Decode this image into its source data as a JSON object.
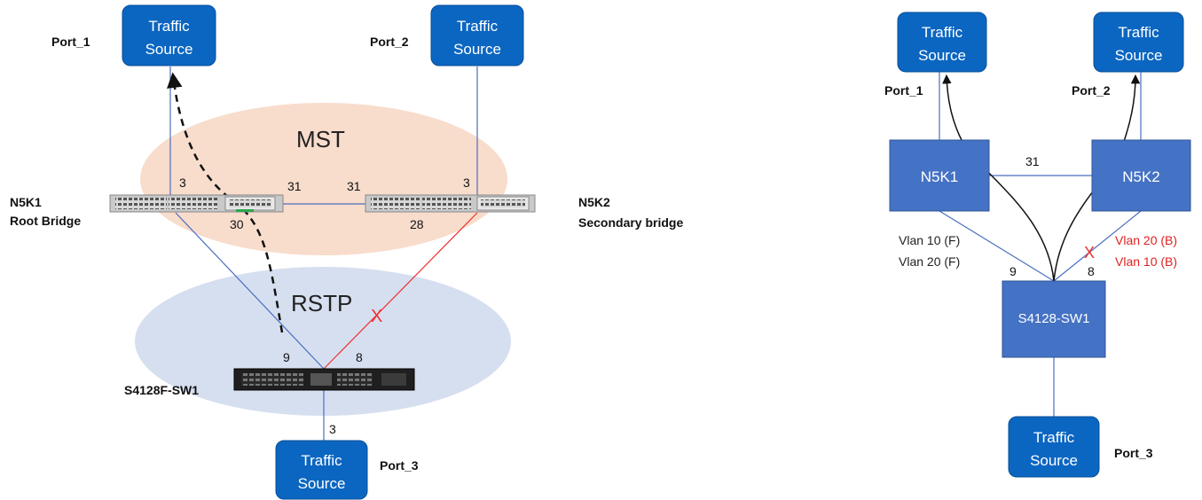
{
  "colors": {
    "traffic_box": "#0b66c1",
    "traffic_box_border": "#0a4f96",
    "switch_box": "#4472c4",
    "mst_region": "#f8dccc",
    "rstp_region": "#d6dff0",
    "link": "#4a6fbf",
    "blocked_link": "#f03030",
    "forwarding_text": "#222222",
    "blocked_text": "#e02020"
  },
  "left_diagram": {
    "traffic_sources": [
      {
        "line1": "Traffic",
        "line2": "Source",
        "port": "Port_1"
      },
      {
        "line1": "Traffic",
        "line2": "Source",
        "port": "Port_2"
      },
      {
        "line1": "Traffic",
        "line2": "Source",
        "port": "Port_3"
      }
    ],
    "regions": {
      "mst": "MST",
      "rstp": "RSTP"
    },
    "switches": {
      "n5k1": {
        "name": "N5K1",
        "role": "Root Bridge"
      },
      "n5k2": {
        "name": "N5K2",
        "role": "Secondary bridge"
      },
      "s4128": {
        "name": "S4128F-SW1"
      }
    },
    "port_numbers": {
      "n5k1_up": "3",
      "n5k1_right": "31",
      "n5k1_down": "30",
      "n5k2_left": "31",
      "n5k2_up": "3",
      "n5k2_down": "28",
      "sw_left": "9",
      "sw_right": "8",
      "sw_down": "3"
    },
    "blocked_mark": "X"
  },
  "right_diagram": {
    "traffic_sources": [
      {
        "line1": "Traffic",
        "line2": "Source",
        "port": "Port_1"
      },
      {
        "line1": "Traffic",
        "line2": "Source",
        "port": "Port_2"
      },
      {
        "line1": "Traffic",
        "line2": "Source",
        "port": "Port_3"
      }
    ],
    "switches": {
      "n5k1": "N5K1",
      "n5k2": "N5K2",
      "s4128": "S4128-SW1"
    },
    "port_numbers": {
      "inter_switch": "31",
      "sw_left": "9",
      "sw_right": "8"
    },
    "vlans_left": [
      "Vlan 10 (F)",
      "Vlan 20 (F)"
    ],
    "vlans_right": [
      "Vlan 20 (B)",
      "Vlan 10 (B)"
    ],
    "blocked_mark": "X"
  }
}
